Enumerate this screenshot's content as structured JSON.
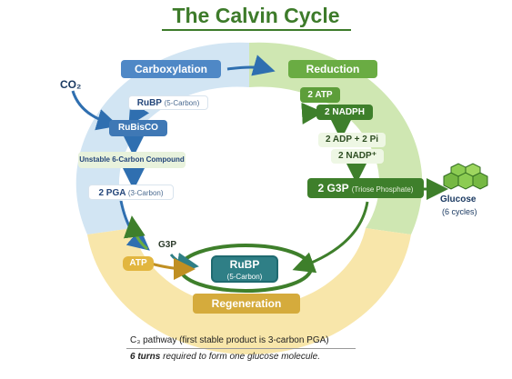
{
  "title": "The Calvin Cycle",
  "phases": {
    "carboxylation": "Carboxylation",
    "reduction": "Reduction",
    "regeneration": "Regeneration"
  },
  "inputs": {
    "co2": "CO₂"
  },
  "carboxylation_steps": {
    "rubp_main": "RuBP",
    "rubp_sub": "(5-Carbon)",
    "rubisco": "RuBisCO",
    "unstable": "Unstable 6-Carbon Compound",
    "pga_main": "2 PGA",
    "pga_sub": "(3-Carbon)"
  },
  "reduction_steps": {
    "atp": "2 ATP",
    "nadph": "2 NADPH",
    "adp_pi": "2 ADP + 2 Pi",
    "nadp": "2 NADP⁺",
    "g3p_main": "2 G3P",
    "g3p_sub": "(Triose Phosphate)"
  },
  "regeneration_steps": {
    "g3p": "G3P",
    "atp": "ATP",
    "rubp_main": "RuBP",
    "rubp_sub": "(5-Carbon)"
  },
  "output": {
    "glucose": "Glucose",
    "cycles": "(6 cycles)"
  },
  "notes": {
    "line1": "C₃ pathway (first stable product is 3-carbon PGA)",
    "line2_em": "6 turns",
    "line2_rest": " required to form one glucose molecule."
  },
  "colors": {
    "carboxylation": "#cfe3f2",
    "reduction": "#cde6b0",
    "regeneration": "#f7e5a8",
    "title": "#3d7b2a"
  }
}
